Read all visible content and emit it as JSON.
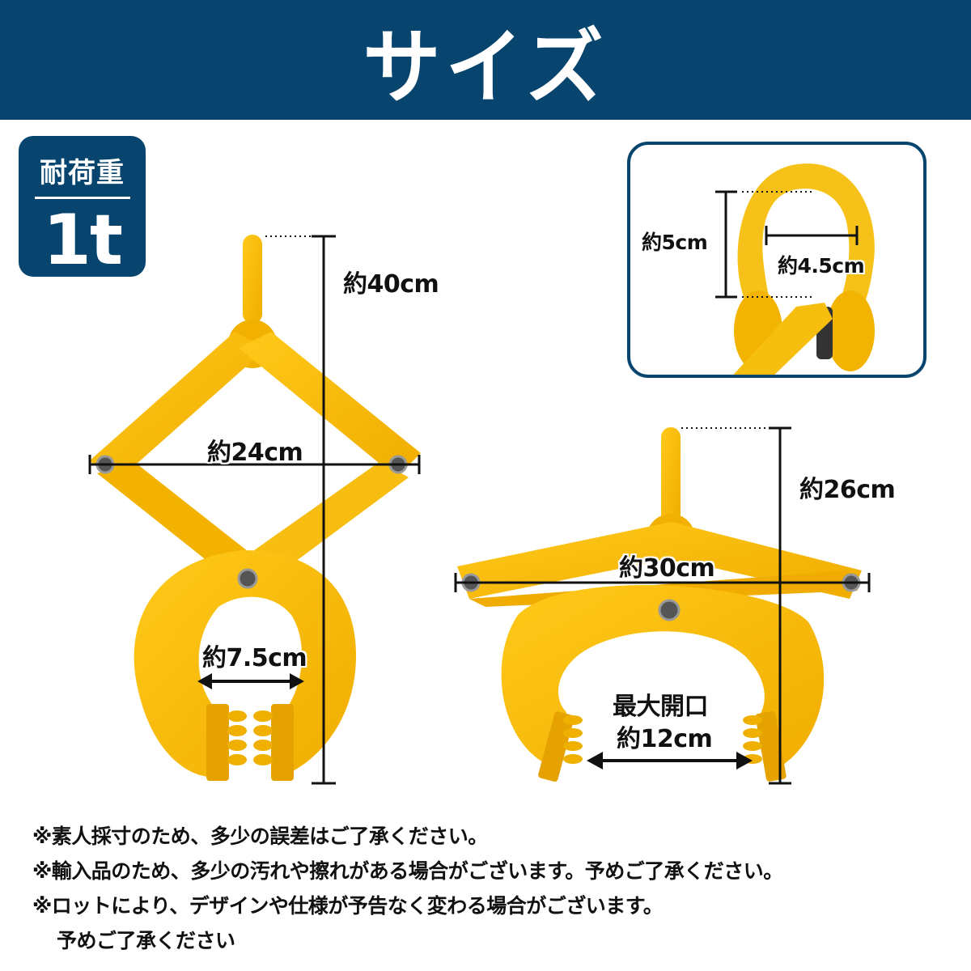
{
  "header": {
    "title": "サイズ",
    "background": "#07456e"
  },
  "badge": {
    "label": "耐荷重",
    "value": "1t"
  },
  "product_left": {
    "height_label": "約40cm",
    "width_label": "約24cm",
    "jaw_label": "約7.5cm"
  },
  "product_right": {
    "height_label": "約26cm",
    "width_label": "約30cm",
    "opening_title": "最大開口",
    "opening_label": "約12cm"
  },
  "inset": {
    "height_label": "約5cm",
    "width_label": "約4.5cm",
    "border_color": "#07456e"
  },
  "colors": {
    "product_yellow": "#f5b800",
    "product_shadow": "#d99a00"
  },
  "notes": [
    "※素人採寸のため、多少の誤差はご了承ください。",
    "※輸入品のため、多少の汚れや擦れがある場合がございます。予めご了承ください。",
    "※ロットにより、デザインや仕様が予告なく変わる場合がございます。",
    "予めご了承ください"
  ]
}
